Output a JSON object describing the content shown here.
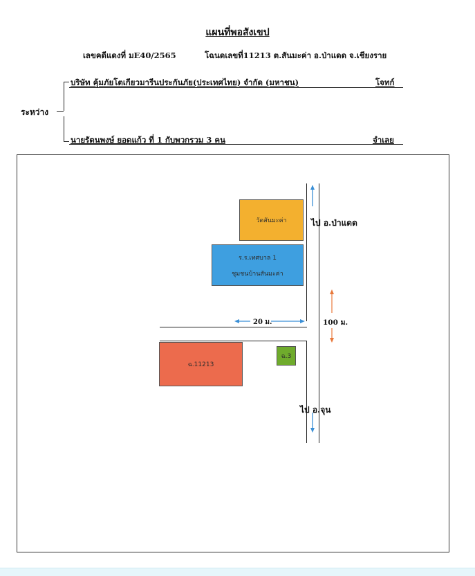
{
  "header": {
    "title": "แผนที่พอสังเขป",
    "case_number": "เลขคดีแดงที่ มE40/2565",
    "deed_info": "โฉนดเลขที่11213 ต.สันมะค่า อ.ป่าแดด จ.เชียงราย"
  },
  "parties": {
    "between_label": "ระหว่าง",
    "plaintiff_name": "บริษัท คุ้มภัยโตเกียวมารีนประกันภัย(ประเทศไทย) จำกัด (มหาชน)",
    "plaintiff_role": "โจทก์",
    "defendant_name": "นายรัตนพงษ์ ยอดแก้ว ที่ 1 กับพวกรวม 3 คน",
    "defendant_role": "จำเลย"
  },
  "map": {
    "temple_label": "วัดสันมะค่า",
    "school_label_line1": "ร.ร.เทศบาล 1",
    "school_label_line2": "ชุมชนบ้านสันมะค่า",
    "parcel_label": "ฉ.11213",
    "small_parcel_label": "ฉ.3",
    "distance_horizontal": "20 ม.",
    "distance_vertical": "100 ม.",
    "direction_north": "ไป อ.ป่าแดด",
    "direction_south": "ไป อ.จุน"
  },
  "colors": {
    "temple": "#f3b02f",
    "school": "#3e9fe0",
    "parcel": "#ec6b4d",
    "small_parcel": "#6fab2c",
    "arrow_blue": "#3a8fd6",
    "arrow_orange": "#e8783a"
  }
}
